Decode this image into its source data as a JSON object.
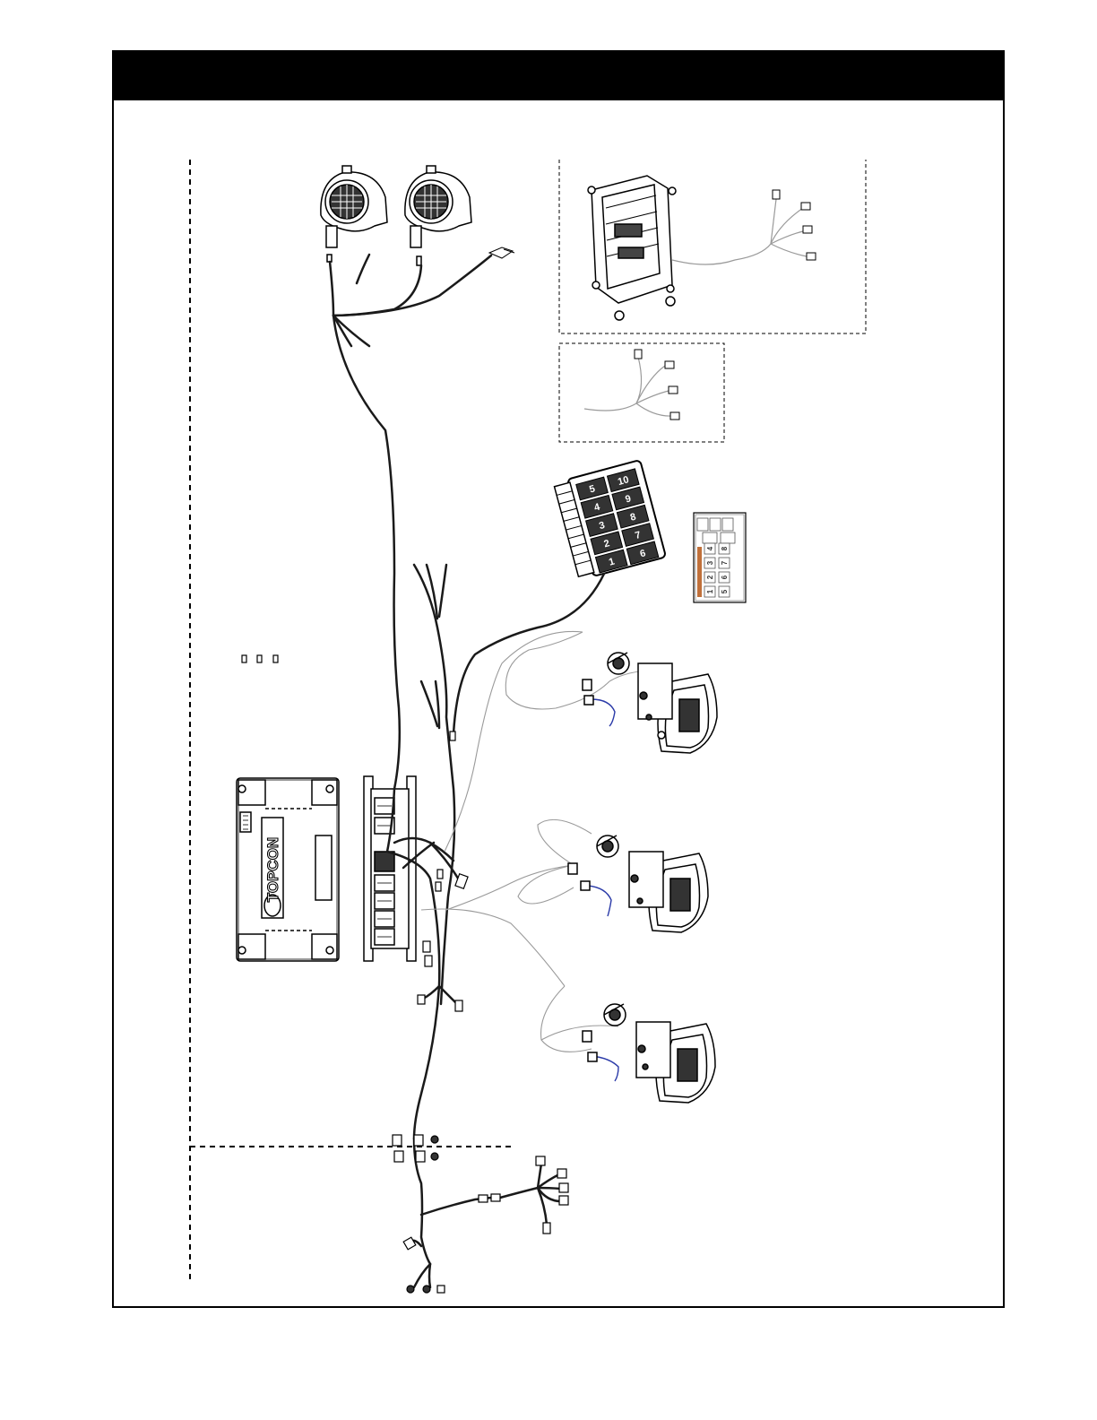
{
  "page": {
    "header_title": ""
  },
  "controller": {
    "brand": "TOPCON"
  },
  "keypad": {
    "keys": [
      "5",
      "4",
      "3",
      "2",
      "1",
      "10",
      "9",
      "8",
      "7",
      "6"
    ]
  },
  "label_card": {
    "keys": [
      "1",
      "2",
      "3",
      "4",
      "5",
      "6",
      "7",
      "8"
    ]
  },
  "colors": {
    "line": "#000000",
    "harness": "#1a1a1a",
    "thin_wire": "#9a9a9a",
    "sensor_wire": "#2a3aa8",
    "card_accent": "#c0703a"
  }
}
